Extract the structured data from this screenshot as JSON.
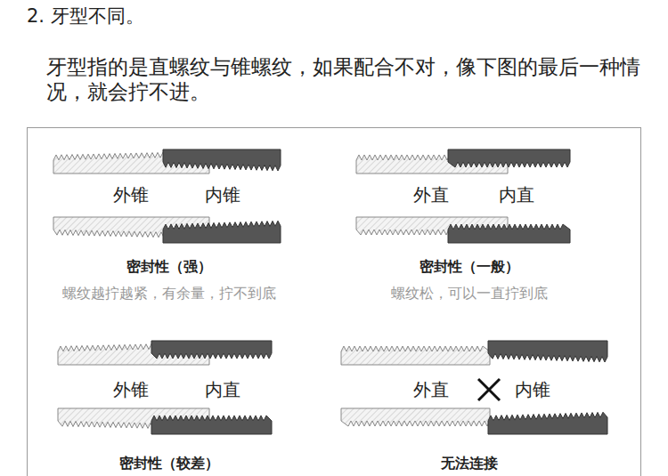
{
  "diagram": {
    "title": "2. 牙型不同。",
    "labels": [
      "牙型指的是直螺纹与锥螺纹，如果配合不对，像下图的最后一种情况，就会拧不进。",
      "外锥",
      "内锥",
      "密封性（强）",
      "螺纹越拧越紧，有余量，拧不到底",
      "外直",
      "内直",
      "密封性（一般）",
      "螺纹松，可以一直拧到底",
      "外锥",
      "内直",
      "密封性（较差）",
      "外直",
      "内锥",
      "无法连接"
    ]
  }
}
